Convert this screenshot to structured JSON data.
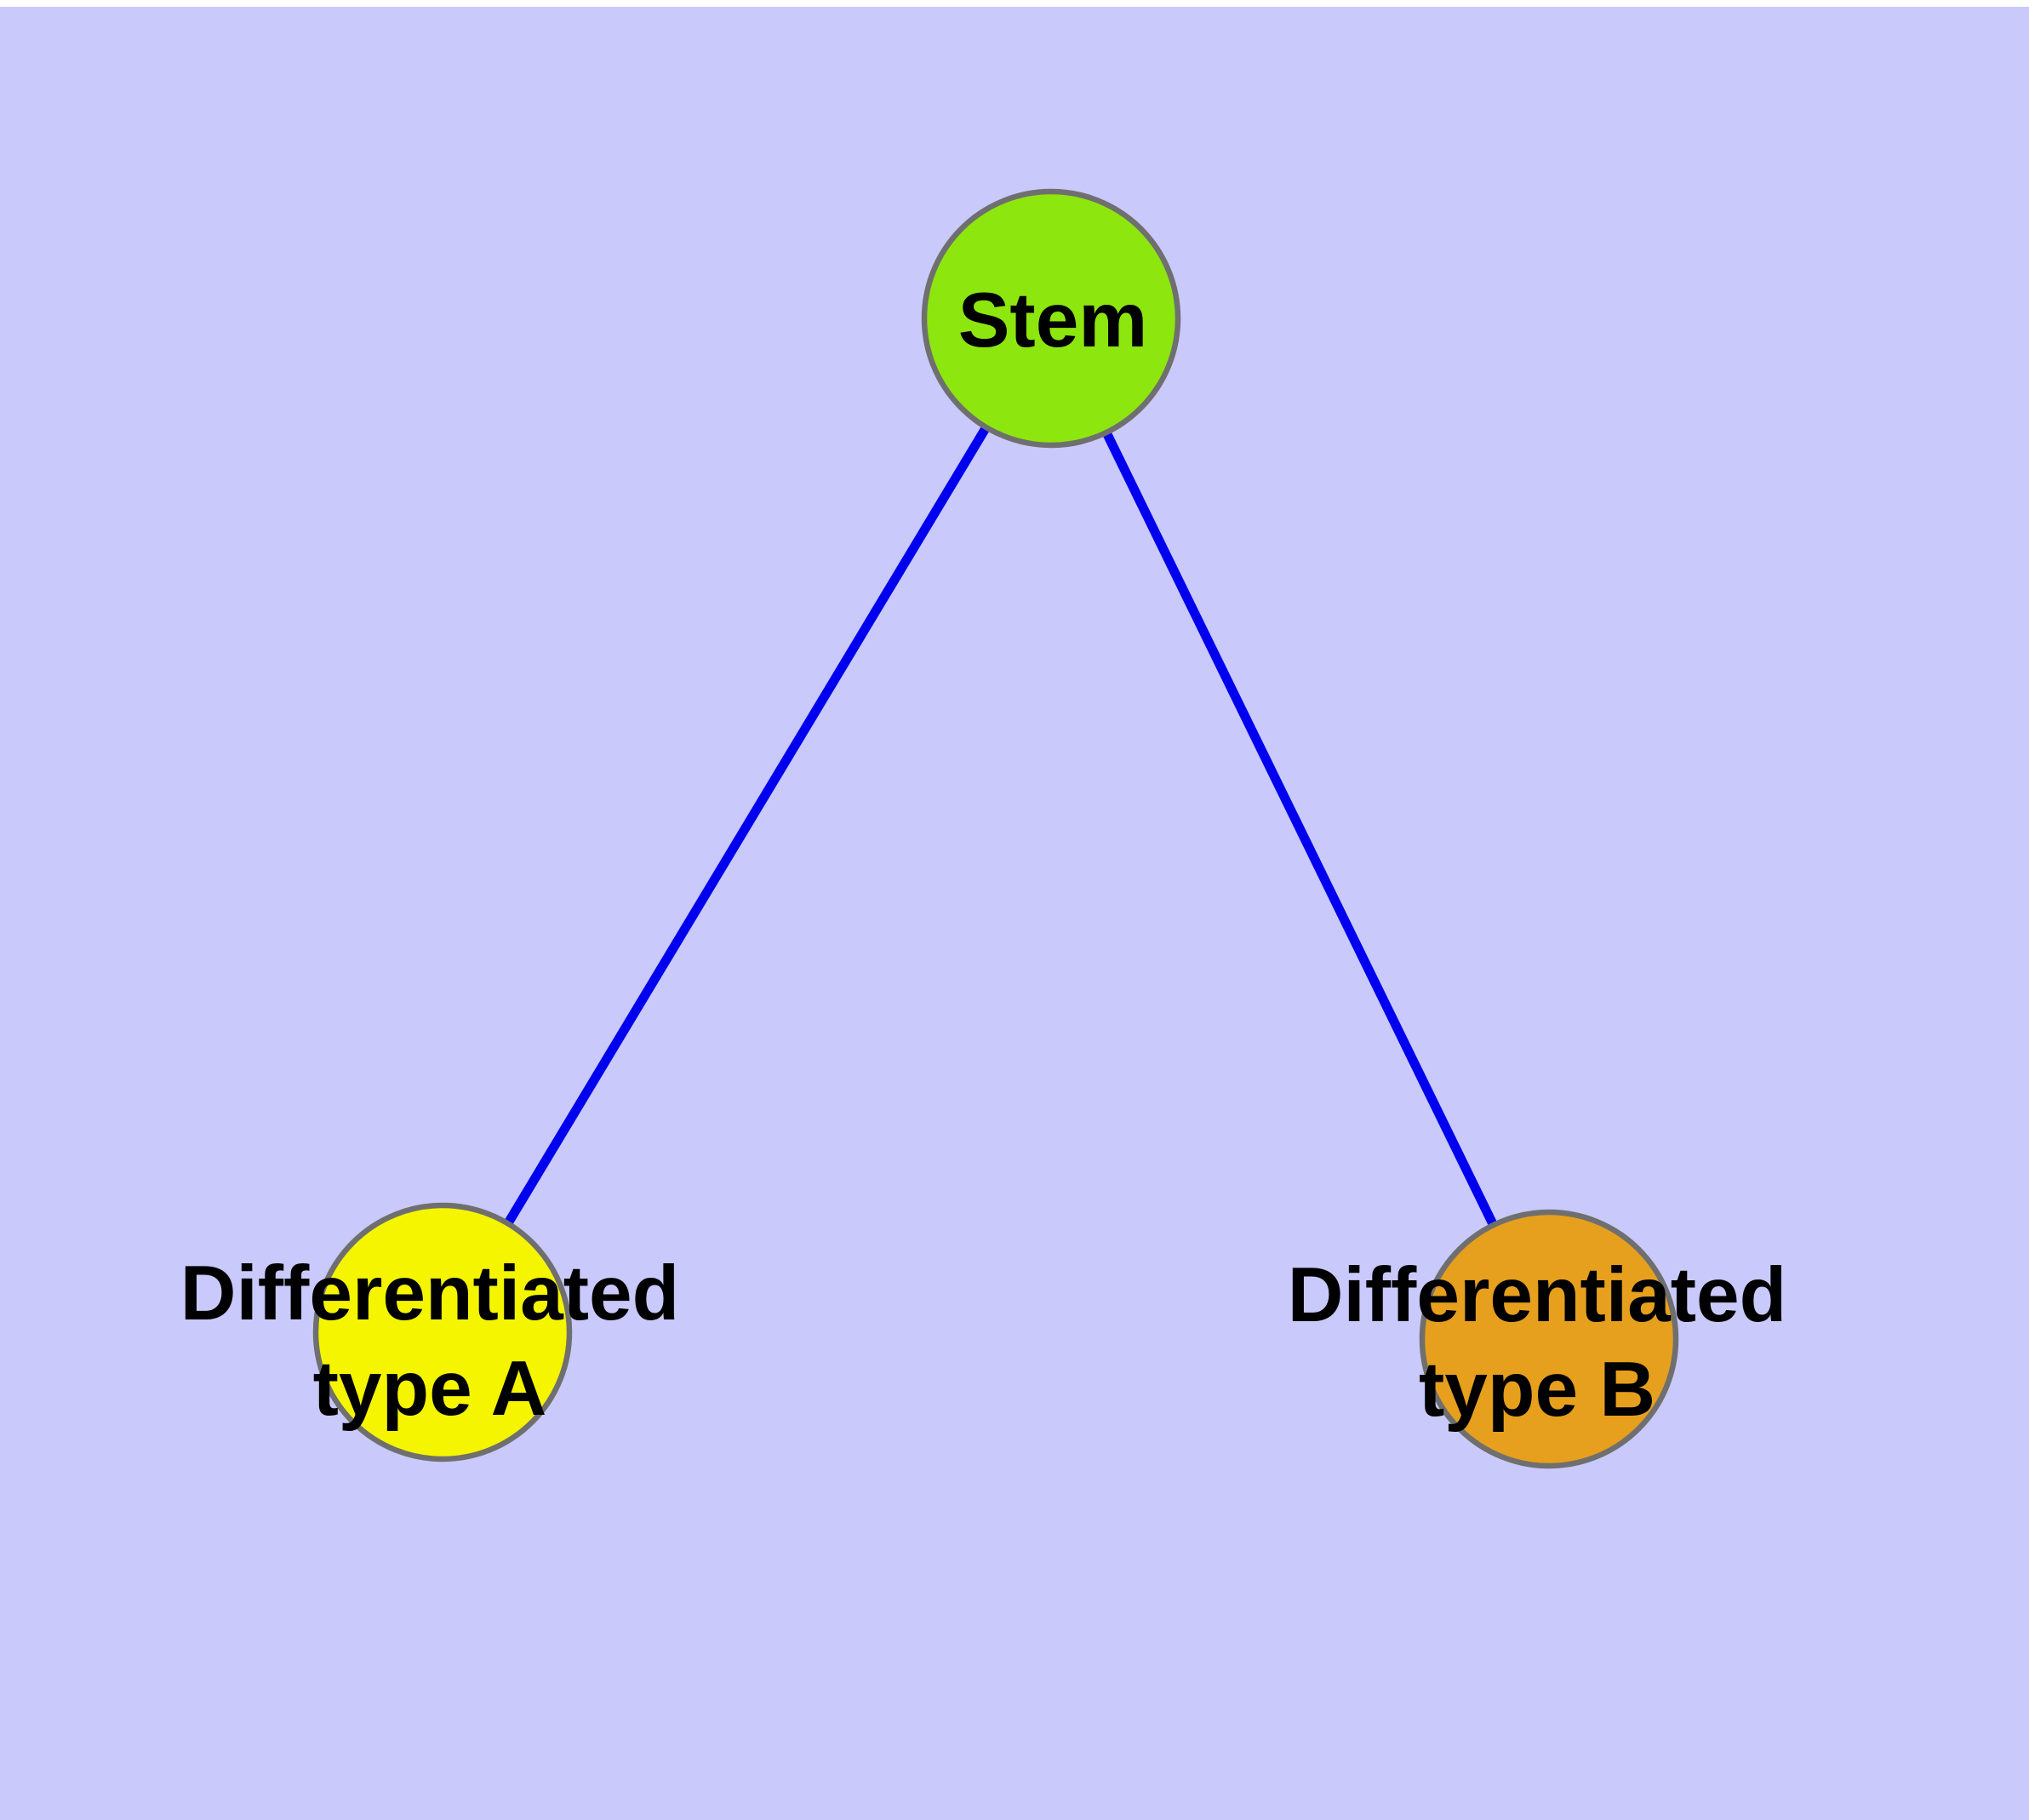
{
  "diagram": {
    "background_color": "#c9c9fb",
    "top_margin_color": "#ffffff",
    "edge_color": "#0000ee",
    "node_border_color": "#6f6f6f",
    "text_color": "#000000",
    "nodes": {
      "stem": {
        "label": "Stem",
        "fill": "#8de60e"
      },
      "type_a": {
        "label_line1": "Differentiated",
        "label_line2": "type A",
        "fill": "#f5f500"
      },
      "type_b": {
        "label_line1": "Differentiated",
        "label_line2": "type B",
        "fill": "#e6a01e"
      }
    },
    "edges": [
      {
        "from": "Stem",
        "to": "Differentiated type A"
      },
      {
        "from": "Stem",
        "to": "Differentiated type B"
      }
    ]
  }
}
